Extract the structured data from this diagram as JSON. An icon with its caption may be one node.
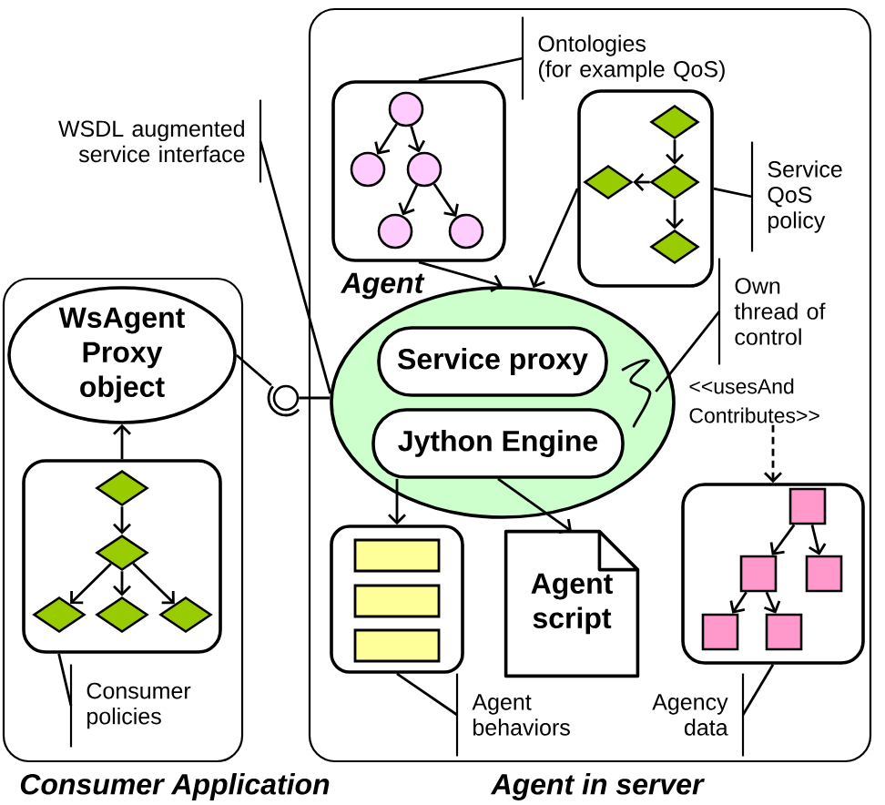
{
  "diagram": {
    "nodes": [
      {
        "text": [
          "Consumer Application"
        ]
      },
      {
        "text": [
          "WsAgent Proxy object"
        ],
        "in": 0
      },
      {
        "text": [],
        "shape": "box",
        "in": 0
      },
      {
        "text": [],
        "shape": "diamond",
        "in": 2
      },
      {
        "text": [],
        "shape": "diamond",
        "in": 2
      },
      {
        "text": [],
        "shape": "diamond",
        "in": 2
      },
      {
        "text": [],
        "shape": "diamond",
        "in": 2
      },
      {
        "text": [],
        "shape": "diamond",
        "in": 2
      },
      {
        "text": [
          "Consumer policies"
        ],
        "in": 0
      },
      {
        "text": [
          "WSDL augmented service interface"
        ]
      },
      {
        "text": [],
        "shape": "circle"
      },
      {
        "text": [
          "Agent in server"
        ]
      },
      {
        "text": [],
        "shape": "box",
        "in": 11
      },
      {
        "text": [],
        "shape": "circle",
        "in": 12
      },
      {
        "text": [],
        "shape": "circle",
        "in": 12
      },
      {
        "text": [],
        "shape": "circle",
        "in": 12
      },
      {
        "text": [],
        "shape": "circle",
        "in": 12
      },
      {
        "text": [],
        "shape": "circle",
        "in": 12
      },
      {
        "text": [
          "Ontologies (for example QoS)"
        ],
        "in": 11
      },
      {
        "text": [],
        "shape": "box",
        "in": 11
      },
      {
        "text": [],
        "shape": "diamond",
        "in": 19
      },
      {
        "text": [],
        "shape": "diamond",
        "in": 19
      },
      {
        "text": [],
        "shape": "diamond",
        "in": 19
      },
      {
        "text": [],
        "shape": "diamond",
        "in": 19
      },
      {
        "text": [
          "Service QoS policy"
        ],
        "in": 11
      },
      {
        "text": [
          "Agent"
        ],
        "in": 11
      },
      {
        "text": [
          "Service proxy"
        ],
        "in": 25
      },
      {
        "text": [],
        "shape": "picture",
        "in": 25
      },
      {
        "text": [
          "Jython Engine"
        ],
        "in": 25
      },
      {
        "text": [
          "Own thread of control"
        ],
        "in": 11
      },
      {
        "text": [
          "<<usesAnd Contributes>>"
        ],
        "in": 11
      },
      {
        "text": [],
        "shape": "box",
        "in": 11
      },
      {
        "text": [],
        "shape": "bar",
        "in": 31
      },
      {
        "text": [],
        "shape": "bar",
        "in": 31
      },
      {
        "text": [],
        "shape": "bar",
        "in": 31
      },
      {
        "text": [
          "Agent script"
        ],
        "in": 11
      },
      {
        "text": [],
        "shape": "box",
        "in": 11
      },
      {
        "text": [],
        "shape": "box",
        "in": 36
      },
      {
        "text": [],
        "shape": "box",
        "in": 36
      },
      {
        "text": [],
        "shape": "box",
        "in": 36
      },
      {
        "text": [],
        "shape": "box",
        "in": 36
      },
      {
        "text": [],
        "shape": "box",
        "in": 36
      },
      {
        "text": [
          "Agent behaviors"
        ],
        "in": 11
      },
      {
        "text": [
          "Agency data"
        ],
        "in": 11
      }
    ],
    "edges": [
      {
        "from": 2,
        "to": 1,
        "arrow": "to"
      },
      {
        "from": 3,
        "to": 4,
        "arrow": "to"
      },
      {
        "from": 4,
        "to": 5,
        "arrow": "to"
      },
      {
        "from": 4,
        "to": 6,
        "arrow": "to"
      },
      {
        "from": 4,
        "to": 7,
        "arrow": "to"
      },
      {
        "from": 8,
        "to": 2,
        "arrow": "none"
      },
      {
        "from": 1,
        "to": 10,
        "arrow": "none"
      },
      {
        "from": 10,
        "to": 25,
        "arrow": "none"
      },
      {
        "from": 9,
        "to": 25,
        "arrow": "none"
      },
      {
        "from": 12,
        "to": 25,
        "arrow": "to"
      },
      {
        "from": 19,
        "to": 25,
        "arrow": "to"
      },
      {
        "from": 13,
        "to": 14,
        "arrow": "to"
      },
      {
        "from": 13,
        "to": 15,
        "arrow": "to"
      },
      {
        "from": 15,
        "to": 16,
        "arrow": "to"
      },
      {
        "from": 15,
        "to": 17,
        "arrow": "to"
      },
      {
        "from": 18,
        "to": 12,
        "arrow": "none"
      },
      {
        "from": 20,
        "to": 22,
        "arrow": "to"
      },
      {
        "from": 22,
        "to": 21,
        "arrow": "to"
      },
      {
        "from": 22,
        "to": 23,
        "arrow": "to"
      },
      {
        "from": 24,
        "to": 19,
        "arrow": "none"
      },
      {
        "from": 29,
        "to": 27,
        "arrow": "none"
      },
      {
        "from": 30,
        "to": 36,
        "arrow": "to",
        "style": "dashed"
      },
      {
        "from": 28,
        "to": 31,
        "arrow": "to"
      },
      {
        "from": 28,
        "to": 35,
        "arrow": "to"
      },
      {
        "from": 37,
        "to": 38,
        "arrow": "to"
      },
      {
        "from": 37,
        "to": 39,
        "arrow": "to"
      },
      {
        "from": 38,
        "to": 40,
        "arrow": "to"
      },
      {
        "from": 38,
        "to": 41,
        "arrow": "to"
      },
      {
        "from": 42,
        "to": 31,
        "arrow": "none"
      },
      {
        "from": 43,
        "to": 36,
        "arrow": "none"
      }
    ]
  }
}
